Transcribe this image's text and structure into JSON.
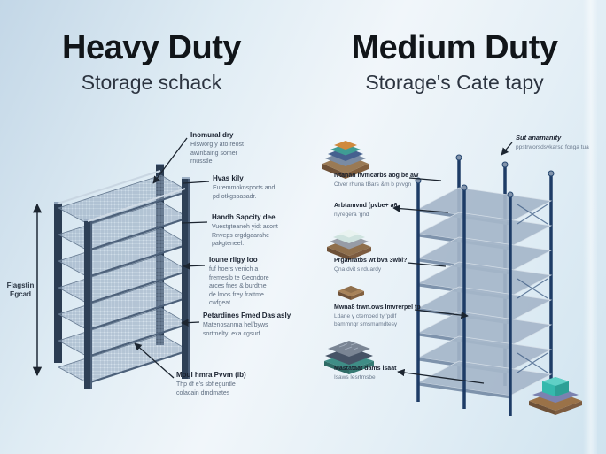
{
  "left": {
    "title": "Heavy Duty",
    "subtitle": "Storage schack",
    "dimension": {
      "line1": "Flagstin",
      "line2": "Egcad"
    },
    "callouts": [
      {
        "title": "Inomural dry",
        "lines": [
          "Hisworg y ato reost",
          "awinbaing somer",
          "rnusstle"
        ]
      },
      {
        "title": "Hvas kily",
        "lines": [
          "Euremmoknsports and",
          "pd otkgspasadr."
        ]
      },
      {
        "title": "Handh Sapcity dee",
        "lines": [
          "Vuestgteaneh yidt asont",
          "Rnveps crgdgaarahe",
          "pakgteneel."
        ]
      },
      {
        "title": "Ioune rligy loo",
        "lines": [
          "fuf hoers venich a",
          "fremesib te Geondore",
          "arces fnes & burdtne",
          "de lmos frey frattme",
          "cwfgeat."
        ]
      },
      {
        "title": "Petardines Fmed Daslasly",
        "lines": [
          "Matenosanma hel/byws",
          "sortmelty .exa cgsurf"
        ]
      },
      {
        "title": "Moul hmra Pvvm (ib)",
        "lines": [
          "Thp df e's sbf eguntle",
          "colacain dmdmates"
        ]
      }
    ]
  },
  "right": {
    "title": "Medium Duty",
    "subtitle": "Storage's Cate tapy",
    "rack_callout": {
      "title": "Sut anamanity",
      "lines": [
        "ppstrworsdsykarsd fcnga tua"
      ]
    },
    "callouts": [
      {
        "title": "Ivtanan hvmcarbs aog be aw",
        "lines": [
          "Ctver rhuna tBars &m b pvvgn"
        ]
      },
      {
        "title": "Arbtamvnd [pvbe+ a6",
        "lines": [
          "nyregera 'gnd"
        ]
      },
      {
        "title": "Prganratbs wt bva 3wbl?",
        "lines": [
          "Qna dvit s rduardy"
        ]
      },
      {
        "title": "Mwna8 trwn.ows Imvrerpel tp",
        "lines": [
          "Ldane y ctemoed ty 'pdlf",
          "bammngr smsmamdtesy"
        ]
      },
      {
        "title": "Mastataat dams lsaat",
        "lines": [
          "Isaws lesrtmsbe"
        ]
      }
    ]
  },
  "colors": {
    "background_top_left": "#c3d7e7",
    "background_center": "#f1f6fa",
    "background_bottom_right": "#cfe3ef",
    "title_text": "#111519",
    "subtitle_text": "#2c3440",
    "callout_title_text": "#1a2230",
    "callout_body_text": "#5f6e81",
    "leader_line": "#1c2530",
    "heavy_rack_frame": "#2b3c52",
    "heavy_rack_mesh": "#8aa0b8",
    "medium_rack_post": "#1e3c66",
    "medium_rack_shelf": "#a6b7ca",
    "pallet_wood": "#9a7248",
    "pallet_teal": "#35b9ad",
    "pallet_orange": "#d08a3e",
    "pallet_navy": "#46618f",
    "pallet_purple": "#7b82b0"
  }
}
